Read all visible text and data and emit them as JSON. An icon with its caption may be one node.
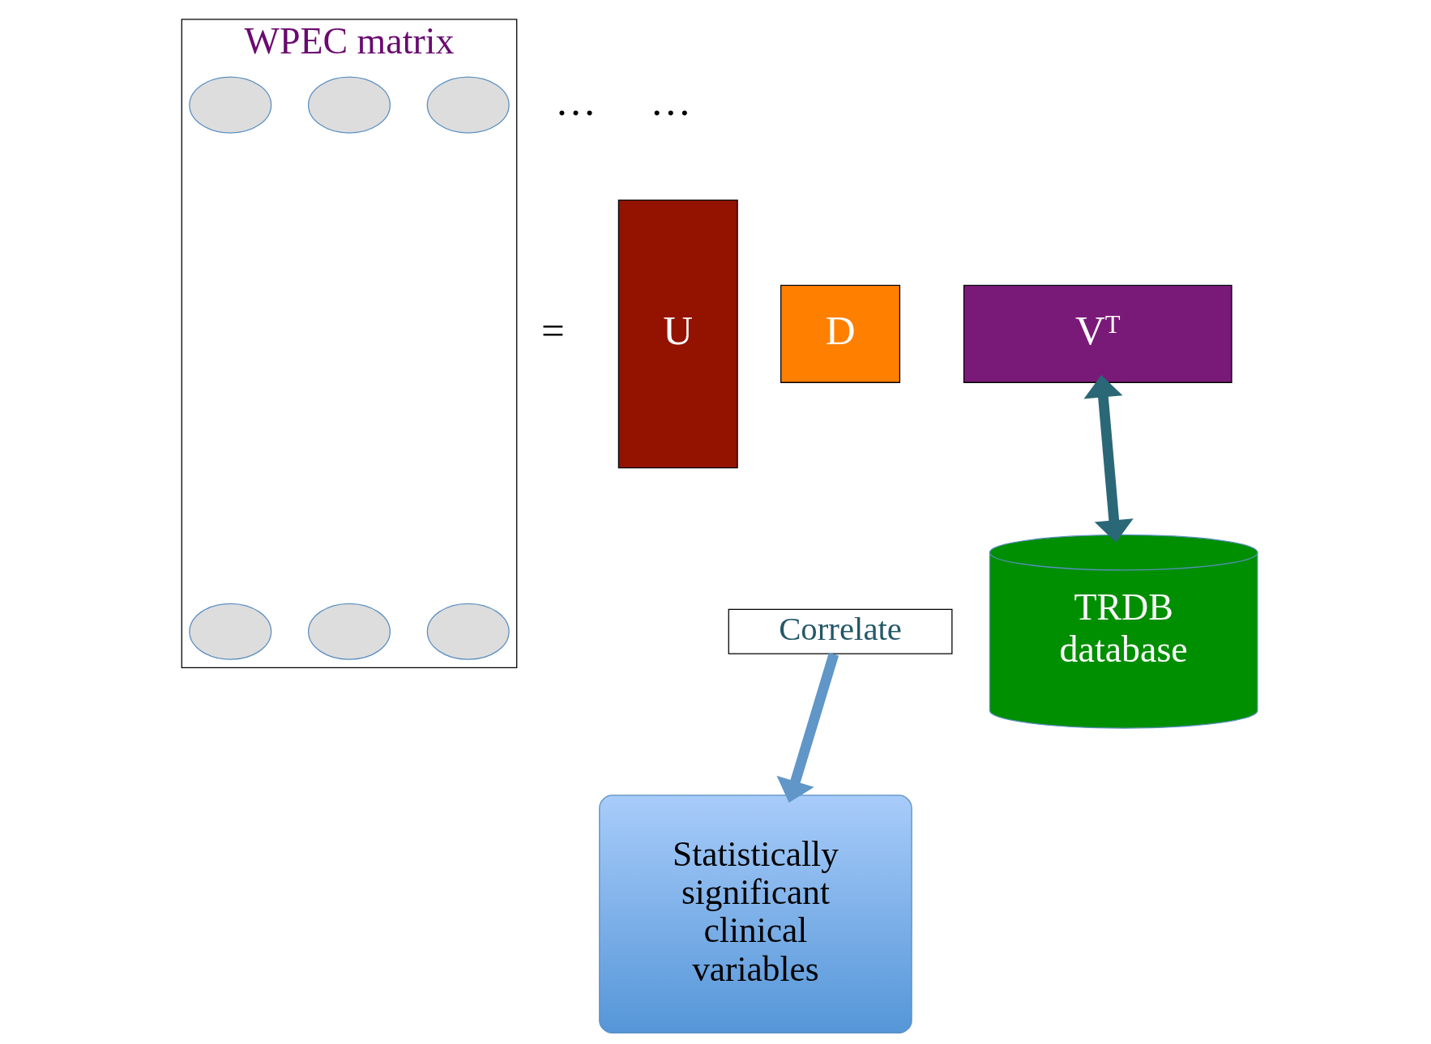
{
  "diagram": {
    "nodes": [
      {
        "text": [
          "WPEC matrix"
        ]
      },
      {
        "text": [],
        "shape": "ellipse",
        "in": 0
      },
      {
        "text": [],
        "shape": "ellipse",
        "in": 0
      },
      {
        "text": [],
        "shape": "ellipse",
        "in": 0
      },
      {
        "text": [],
        "shape": "ellipse",
        "in": 0
      },
      {
        "text": [],
        "shape": "ellipse",
        "in": 0
      },
      {
        "text": [],
        "shape": "ellipse",
        "in": 0
      },
      {
        "text": [
          "U"
        ]
      },
      {
        "text": [
          "D"
        ]
      },
      {
        "text": [
          "Vᵀ"
        ]
      },
      {
        "text": [
          "Correlate"
        ]
      },
      {
        "text": [
          "TRDB",
          "database"
        ]
      },
      {
        "text": [
          "Statistically significant clinical variables"
        ]
      }
    ],
    "edges": [
      {
        "from": 9,
        "to": 11,
        "arrow": "both",
        "color": "#2a6878"
      },
      {
        "from": 10,
        "to": 12,
        "arrow": "to",
        "color": "#6096c8"
      }
    ],
    "labels": [
      "…",
      "…",
      "="
    ]
  }
}
